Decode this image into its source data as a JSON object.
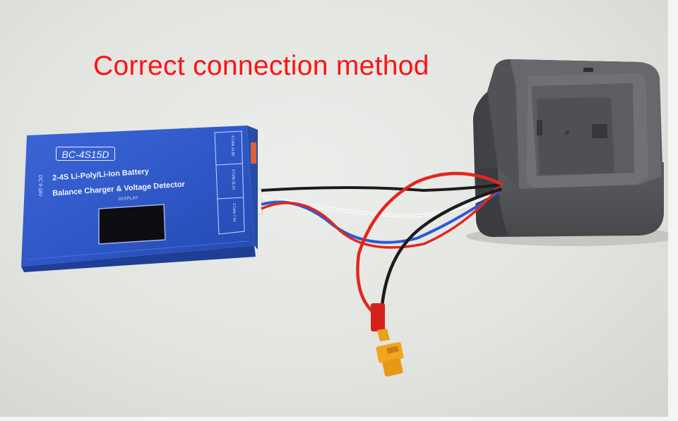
{
  "caption": "Correct connection method",
  "device": {
    "model": "BC-4S15D",
    "line1": "2-4S Li-Poly/Li-Ion Battery",
    "line2": "Balance Charger & Voltage Detector",
    "display_label": "DISPLAY",
    "dc_label": "DC 9-18V",
    "cells": [
      "4 Cells 14.8V",
      "3 Cells 11.1V",
      "2 Cells 7.4V"
    ]
  },
  "colors": {
    "caption": "#ff1212",
    "charger_body": "#2f57c9",
    "dock": "#4a4c4f",
    "wire_red": "#e3261d",
    "wire_black": "#1c1c1c",
    "wire_blue": "#2e58d6",
    "wire_white": "#f4f4f4",
    "connector": "#f2a51d"
  }
}
